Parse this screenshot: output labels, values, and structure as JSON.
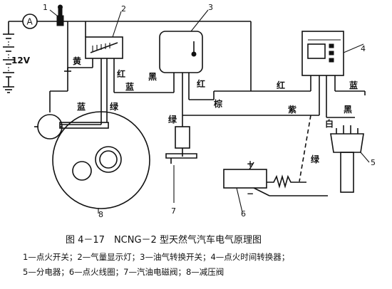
{
  "supply": {
    "voltage_label": "12V",
    "ammeter_label": "A"
  },
  "components": {
    "ignition_switch_no": "1",
    "gas_indicator_no": "2",
    "fuel_gas_switch_no": "3",
    "timing_converter_no": "4",
    "distributor_no": "5",
    "ignition_coil_no": "6",
    "gasoline_valve_no": "7",
    "pressure_reducer_no": "8"
  },
  "wire_colors": {
    "yellow": "黄",
    "red_a": "红",
    "black_a": "黑",
    "blue_a": "蓝",
    "red_b": "红",
    "brown": "棕",
    "blue_b": "蓝",
    "green_a": "绿",
    "green_b": "绿",
    "red_c": "红",
    "blue_c": "蓝",
    "purple": "紫",
    "black_b": "黑",
    "white": "白",
    "green_c": "绿"
  },
  "polarity": {
    "plus": "+",
    "minus": "−"
  },
  "caption": {
    "title": "图 4－17　NCNG－2 型天然气汽车电气原理图",
    "legend_line1": "1—点火开关；2—气量显示灯；3—油气转换开关；4—点火时间转换器；",
    "legend_line2": "5—分电器；6—点火线圈；7—汽油电磁阀；8—减压阀"
  }
}
